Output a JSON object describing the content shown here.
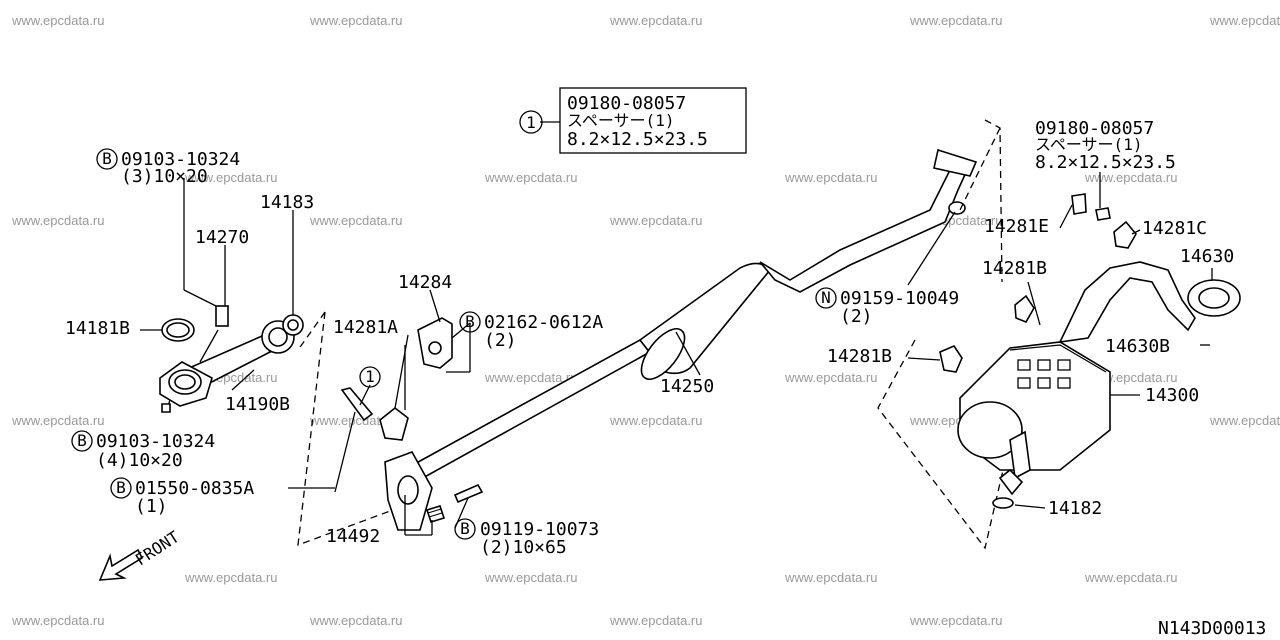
{
  "diagram": {
    "code": "N143D00013",
    "front_label": "FRONT",
    "watermark": "www.epcdata.ru",
    "callouts": [
      {
        "key": "spacer_box",
        "text": [
          "09180-08057",
          "スペーサー(1)",
          "8.2×12.5×23.5"
        ],
        "marker": "1"
      },
      {
        "key": "spacer_right",
        "text": [
          "09180-08057",
          "スペーサー(1)",
          "8.2×12.5×23.5"
        ]
      },
      {
        "key": "bolt_top_left",
        "text": [
          "09103-10324",
          "(3)10×20"
        ],
        "marker": "B"
      },
      {
        "key": "bolt_bottom_left",
        "text": [
          "09103-10324",
          "(4)10×20"
        ],
        "marker": "B"
      },
      {
        "key": "bolt_01550",
        "text": [
          "01550-0835A",
          "(1)"
        ],
        "marker": "B"
      },
      {
        "key": "bolt_02162",
        "text": [
          "02162-0612A",
          "(2)"
        ],
        "marker": "B"
      },
      {
        "key": "bolt_09119",
        "text": [
          "09119-10073",
          "(2)10×65"
        ],
        "marker": "B"
      },
      {
        "key": "nut_09159",
        "text": [
          "09159-10049",
          "(2)"
        ],
        "marker": "N"
      }
    ],
    "parts": [
      "14183",
      "14270",
      "14181B",
      "14190B",
      "14284",
      "14281A",
      "14250",
      "14492",
      "14281E",
      "14281C",
      "14630",
      "14281B",
      "14281B",
      "14630B",
      "14300",
      "14182"
    ],
    "spacer_marker": "1"
  }
}
